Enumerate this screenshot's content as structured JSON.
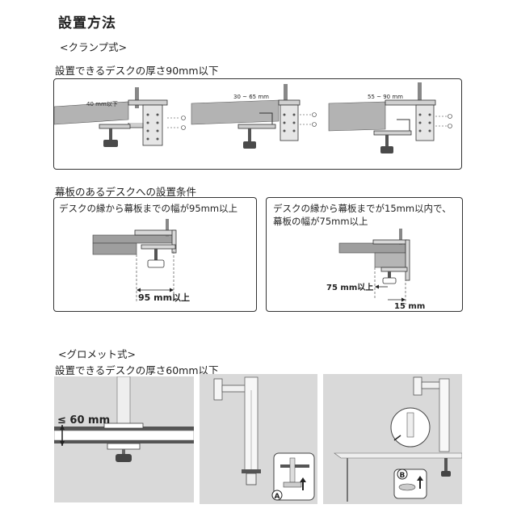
{
  "page": {
    "title": "設置方法",
    "clamp": {
      "heading": "<クランプ式>",
      "thickness_caption": "設置できるデスクの厚さ90mm以下",
      "ranges": [
        "40 mm以下",
        "30 ~ 65 mm",
        "55 ~ 90 mm"
      ],
      "front_panel_heading": "幕板のあるデスクへの設置条件",
      "condition_left": "デスクの縁から幕板までの幅が95mm以上",
      "dim_left": "95 mm以上",
      "condition_right_line1": "デスクの縁から幕板までが15mm以内で、",
      "condition_right_line2": "幕板の幅が75mm以上",
      "dim_right_width": "75 mm以上",
      "dim_right_gap": "15 mm"
    },
    "grommet": {
      "heading": "<グロメット式>",
      "thickness_caption": "設置できるデスクの厚さ60mm以下",
      "dim_thickness": "≤ 60 mm",
      "step_marks": [
        "A",
        "B"
      ]
    }
  }
}
